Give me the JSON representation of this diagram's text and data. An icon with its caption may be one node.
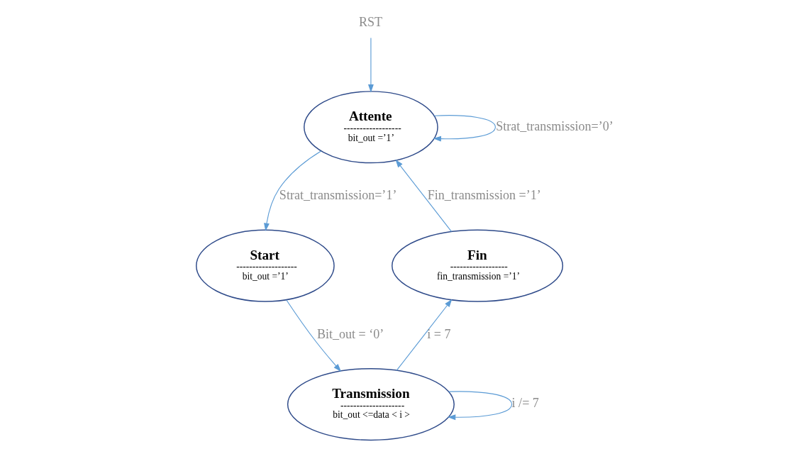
{
  "diagram": {
    "nodes": [
      {
        "text": [
          "Attente",
          "------------------",
          "bit_out =’1’"
        ]
      },
      {
        "text": [
          "Start",
          "-------------------",
          "bit_out =’1’"
        ]
      },
      {
        "text": [
          "Transmission",
          "--------------------",
          "bit_out <=data < i >"
        ]
      },
      {
        "text": [
          "Fin",
          "------------------",
          "fin_transmission =’1’"
        ]
      },
      {
        "text": [
          "RST"
        ]
      }
    ],
    "edges": [
      {
        "from": 0,
        "to": 0,
        "arrow": "to",
        "label": "Strat_transmission=’0’"
      },
      {
        "from": 4,
        "to": 0,
        "arrow": "to"
      },
      {
        "from": 0,
        "to": 1,
        "arrow": "to",
        "label": "Strat_transmission=’1’"
      },
      {
        "from": 1,
        "to": 2,
        "arrow": "to",
        "label": "Bit_out = ‘0’"
      },
      {
        "from": 2,
        "to": 2,
        "arrow": "to",
        "label": "i /= 7"
      },
      {
        "from": 2,
        "to": 3,
        "arrow": "to",
        "label": "i = 7"
      },
      {
        "from": 3,
        "to": 0,
        "arrow": "to",
        "label": "Fin_transmission =’1’"
      }
    ]
  }
}
